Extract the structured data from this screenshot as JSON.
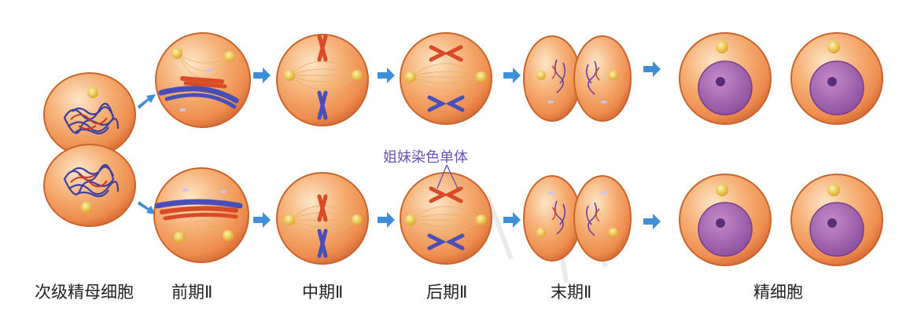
{
  "labels": {
    "secondary": "次级精母细胞",
    "prophase": "前期Ⅱ",
    "metaphase": "中期Ⅱ",
    "anaphase": "后期Ⅱ",
    "telophase": "末期Ⅱ",
    "sperm": "精细胞"
  },
  "annotation": "姐妹染色单体",
  "colors": {
    "cell": "#f0975a",
    "cell_light": "#fbd3a8",
    "cell_rim": "#c9652d",
    "spindle": "#e7b26a",
    "red_chromosome": "#d94a26",
    "blue_chromosome": "#4a4fb8",
    "arrow": "#3f8fd6",
    "nucleus": "#9a5fae",
    "annotation": "#6a52b8"
  }
}
